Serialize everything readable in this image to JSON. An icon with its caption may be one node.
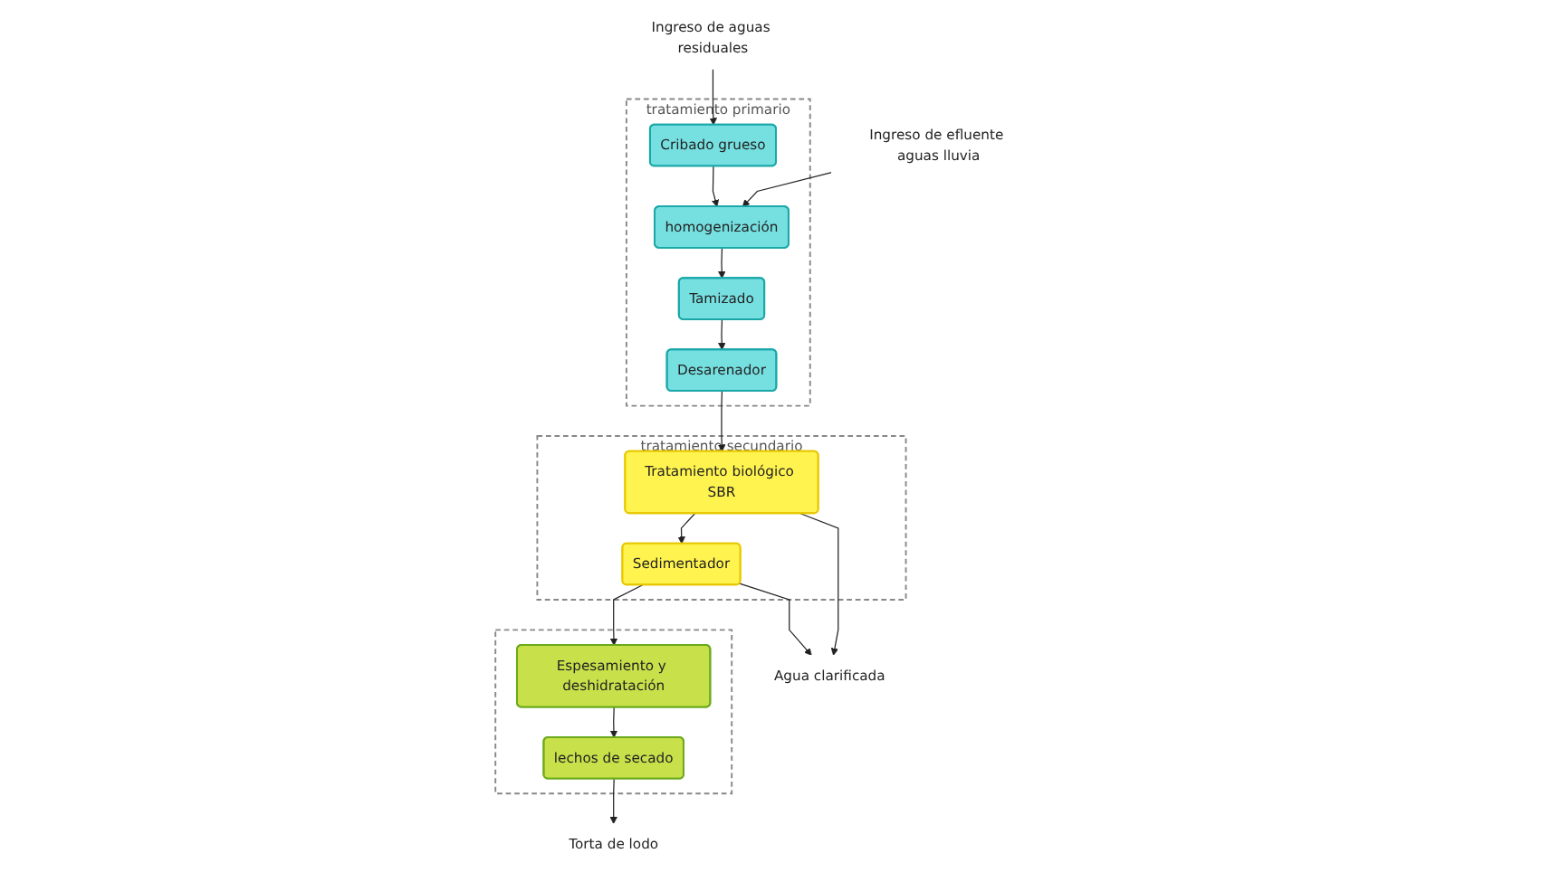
{
  "diagram": {
    "nodes": [
      {
        "text": [
          "tratamiento primario"
        ]
      },
      {
        "text": [
          "Cribado grueso"
        ],
        "in": 0
      },
      {
        "text": [
          "homogenización"
        ],
        "in": 0
      },
      {
        "text": [
          "Tamizado"
        ],
        "in": 0
      },
      {
        "text": [
          "Desarenador"
        ],
        "in": 0
      },
      {
        "text": [
          "tratamiento secundario"
        ]
      },
      {
        "text": [
          "Tratamiento biológico SBR"
        ],
        "in": 5
      },
      {
        "text": [
          "Sedimentador"
        ],
        "in": 5
      },
      {
        "text": [],
        "shape": "box"
      },
      {
        "text": [
          "Espesamiento y deshidratación"
        ],
        "in": 8
      },
      {
        "text": [
          "lechos de secado"
        ],
        "in": 8
      },
      {
        "text": [
          "Ingreso de aguas residuales"
        ]
      },
      {
        "text": [
          "Ingreso de efluente aguas lluvia"
        ]
      },
      {
        "text": [
          "Agua clarificada"
        ]
      },
      {
        "text": [
          "Torta de lodo"
        ]
      }
    ],
    "edges": [
      {
        "from": 11,
        "to": 1,
        "arrow": "to"
      },
      {
        "from": 12,
        "to": 2,
        "arrow": "to"
      },
      {
        "from": 1,
        "to": 2,
        "arrow": "to"
      },
      {
        "from": 2,
        "to": 3,
        "arrow": "to"
      },
      {
        "from": 3,
        "to": 4,
        "arrow": "to"
      },
      {
        "from": 4,
        "to": 6,
        "arrow": "to"
      },
      {
        "from": 6,
        "to": 7,
        "arrow": "to"
      },
      {
        "from": 6,
        "to": 13,
        "arrow": "to"
      },
      {
        "from": 7,
        "to": 13,
        "arrow": "to"
      },
      {
        "from": 7,
        "to": 9,
        "arrow": "to"
      },
      {
        "from": 9,
        "to": 10,
        "arrow": "to"
      },
      {
        "from": 10,
        "to": 14,
        "arrow": "to"
      }
    ]
  }
}
